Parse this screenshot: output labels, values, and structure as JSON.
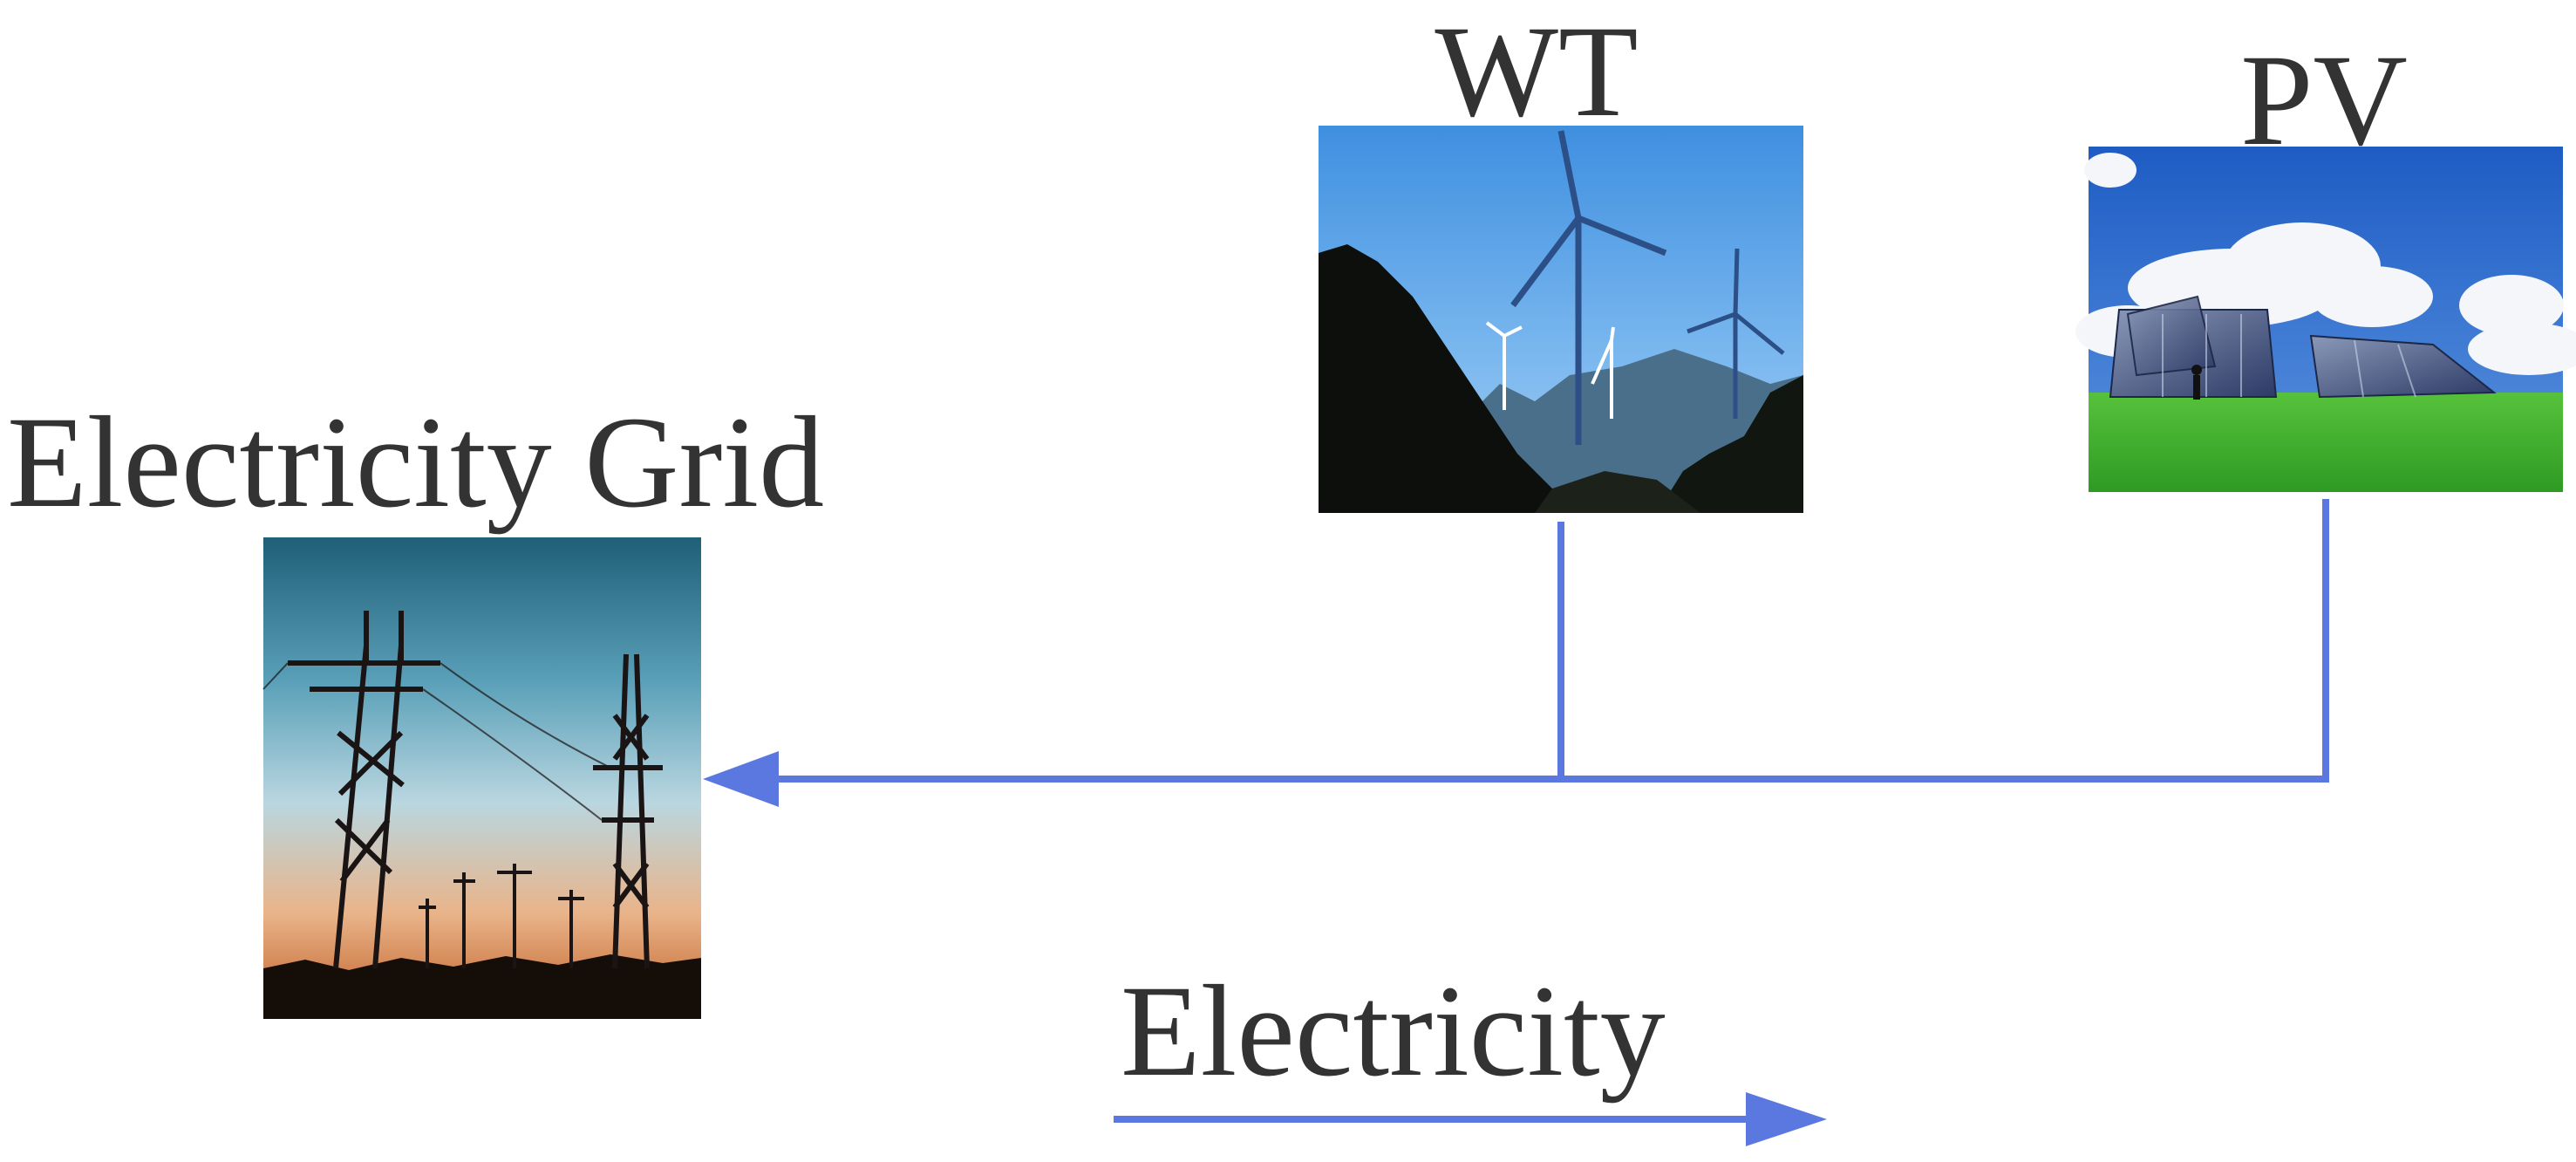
{
  "nodes": {
    "grid": {
      "label": "Electricity Grid"
    },
    "wt": {
      "label": "WT"
    },
    "pv": {
      "label": "PV"
    }
  },
  "legend": {
    "label": "Electricity"
  },
  "colors": {
    "flow_arrow": "#5b78e0",
    "text": "#333333",
    "sky_blue": "#4c9de6",
    "grass_green": "#3dae2b",
    "sunset_orange": "#e0945a",
    "dusk_teal": "#2f7a93"
  }
}
